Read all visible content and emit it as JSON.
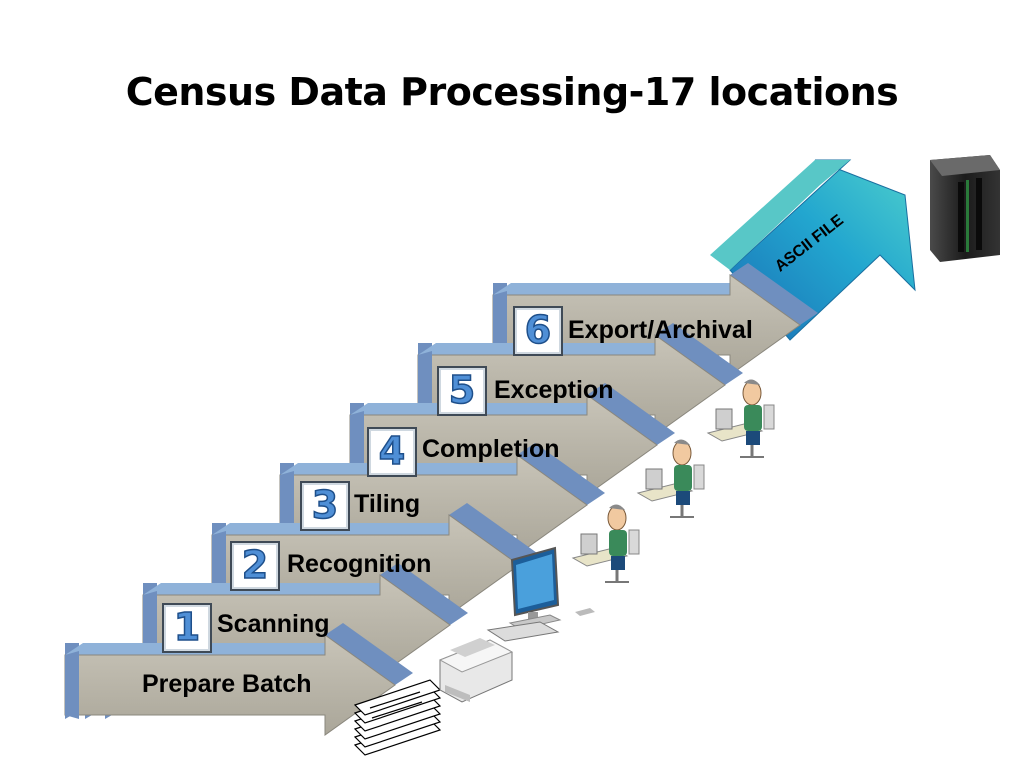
{
  "title": "Census Data Processing-17 locations",
  "arrow_label": "ASCII FILE",
  "steps": [
    {
      "number": "",
      "label": "Prepare Batch"
    },
    {
      "number": "1",
      "label": "Scanning"
    },
    {
      "number": "2",
      "label": "Recognition"
    },
    {
      "number": "3",
      "label": "Tiling"
    },
    {
      "number": "4",
      "label": "Completion"
    },
    {
      "number": "5",
      "label": "Exception"
    },
    {
      "number": "6",
      "label": "Export/Archival"
    }
  ],
  "colors": {
    "step_face": "#b8b4a8",
    "step_top": "#8fb2d9",
    "step_side": "#6f8fbf",
    "big_arrow_start": "#1f8fc5",
    "big_arrow_end": "#41c8c8",
    "number_fill": "#4f8fd6"
  },
  "icons": [
    "paper-stack-icon",
    "printer-icon",
    "desktop-computer-icon",
    "operator-workstation-icon",
    "server-rack-icon"
  ]
}
